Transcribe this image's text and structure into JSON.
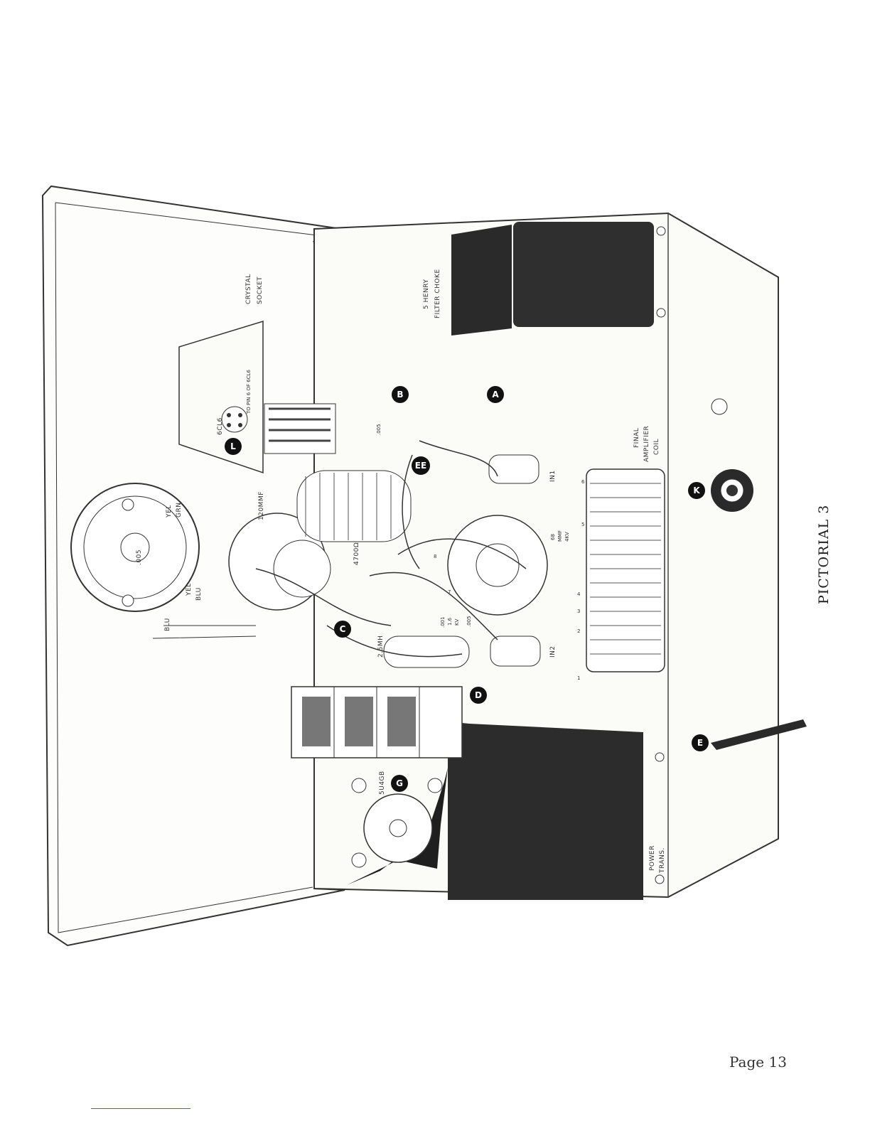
{
  "caption": "PICTORIAL 3",
  "page": "Page 13",
  "components": {
    "filter_choke": [
      "5 HENRY",
      "FILTER CHOKE"
    ],
    "crystal_socket": [
      "CRYSTAL",
      "SOCKET"
    ],
    "tube_6cl6": "6CL6",
    "to_pin": "TO PIN 6 OF 6CL6",
    "final_amp_coil": [
      "FINAL",
      "AMPLIFIER",
      "COIL"
    ],
    "power_trans": [
      "POWER",
      "TRANS."
    ],
    "rectifier": "5U4GB",
    "cap_120": "120MMF",
    "res_4700": "4700Ω",
    "choke_25": "2.5MH",
    "cap_005": ".005",
    "cap_005b": ".005",
    "cap_005c": ".005",
    "cap_001": [
      ".001",
      "1.6",
      "KV"
    ],
    "cap_68": [
      "68",
      "MMF",
      "4KV"
    ],
    "in1": "IN1",
    "in2": "IN2",
    "wire_blu": "BLU",
    "wire_yel": "YEL",
    "wire_grn": "GRN",
    "wire_blu2": "BLU",
    "wire_yel2": "YEL"
  },
  "markers": [
    "A",
    "B",
    "C",
    "D",
    "E",
    "EE",
    "G",
    "K",
    "L"
  ],
  "pins": [
    "1",
    "2",
    "3",
    "4",
    "5",
    "6",
    "7",
    "8"
  ]
}
